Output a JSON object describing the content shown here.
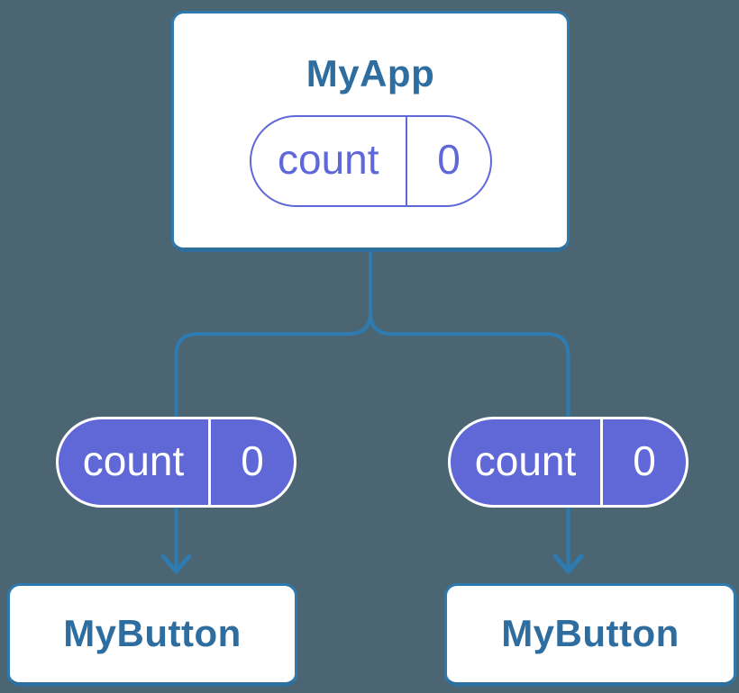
{
  "diagram": {
    "description": "Component tree showing shared state",
    "background_color": "#4b6572",
    "colors": {
      "connector_blue": "#2d7bb1",
      "node_border_blue": "#2e79ae",
      "node_border_bottom_blue": "#2f6f9e",
      "node_title_blue": "#2e6d9f",
      "state_purple": "#5f68d6",
      "node_background": "#ffffff",
      "state_text_on_purple": "#ffffff"
    },
    "parent_node": {
      "title": "MyApp",
      "state": {
        "label": "count",
        "value": "0"
      }
    },
    "child_nodes": [
      {
        "title": "MyButton",
        "state": {
          "label": "count",
          "value": "0"
        }
      },
      {
        "title": "MyButton",
        "state": {
          "label": "count",
          "value": "0"
        }
      }
    ]
  }
}
